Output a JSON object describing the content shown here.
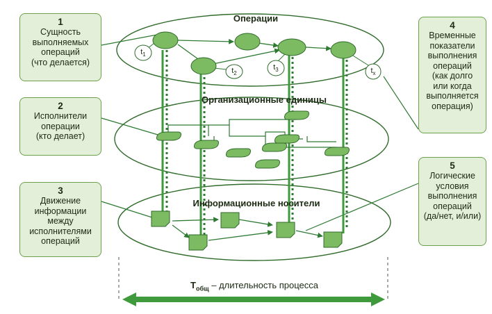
{
  "layers": {
    "operations": "Операции",
    "units": "Организационные единицы",
    "media": "Информационные носители"
  },
  "callouts": [
    {
      "num": "1",
      "text": "Сущность\nвыполняемых\nопераций\n(что делается)"
    },
    {
      "num": "2",
      "text": "Исполнители\nоперации\n(кто делает)"
    },
    {
      "num": "3",
      "text": "Движение\nинформации\nмежду\nисполнителями\nопераций"
    },
    {
      "num": "4",
      "text": "Временные\nпоказатели\nвыполнения\nопераций\n(как долго\nили когда\nвыполняется\nоперация)"
    },
    {
      "num": "5",
      "text": "Логические\nусловия\nвыполнения\nопераций\n(да/нет, и/или)"
    }
  ],
  "time_labels": {
    "t1": {
      "base": "t",
      "sub": "1"
    },
    "t2": {
      "base": "t",
      "sub": "2"
    },
    "t3": {
      "base": "t",
      "sub": "3"
    },
    "tx": {
      "base": "t",
      "sub": "x"
    }
  },
  "duration": {
    "symbol": "T",
    "subscript": "общ",
    "text": " – длительность процесса"
  },
  "colors": {
    "green": "#3f9a3c",
    "node_fill": "#7dbb62",
    "callout_fill": "#e3efd9",
    "callout_border": "#6b9f4c",
    "line": "#2e7a33"
  }
}
